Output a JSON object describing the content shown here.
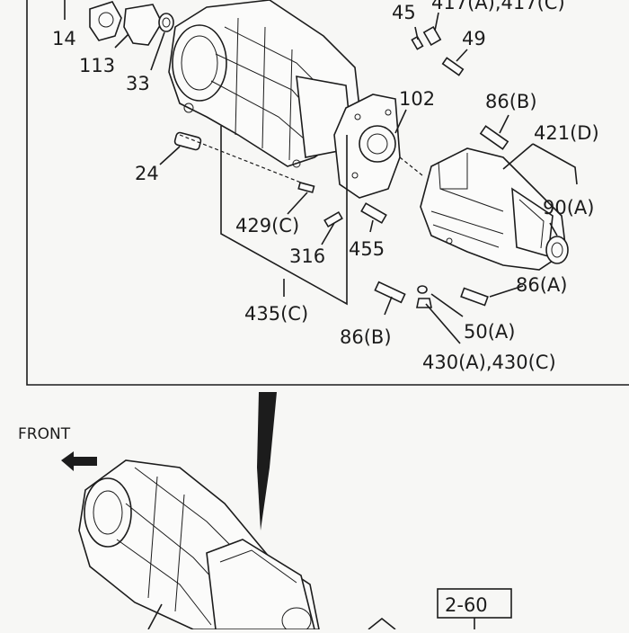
{
  "labels": {
    "p45": "45",
    "p417": "417(A),417(C)",
    "p14": "14",
    "p113": "113",
    "p33": "33",
    "p49": "49",
    "p102": "102",
    "p86b_top": "86(B)",
    "p421d": "421(D)",
    "p24": "24",
    "p90a": "90(A)",
    "p429c": "429(C)",
    "p316": "316",
    "p455": "455",
    "p86a": "86(A)",
    "p435c": "435(C)",
    "p50a": "50(A)",
    "p86b_bottom": "86(B)",
    "p430": "430(A),430(C)",
    "front": "FRONT",
    "ref": "2-60"
  }
}
